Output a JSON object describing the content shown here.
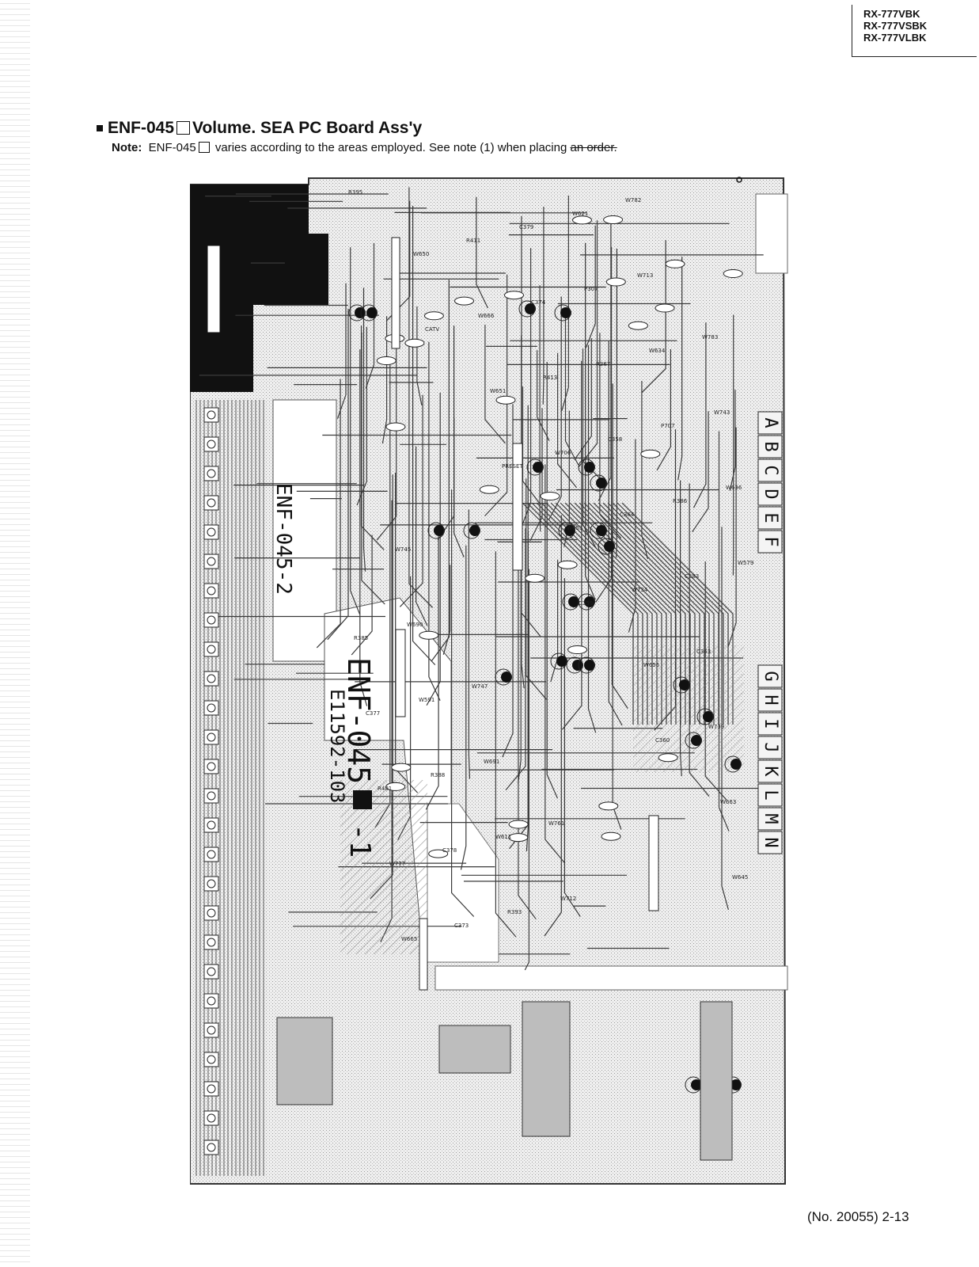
{
  "header": {
    "models": [
      "RX-777VBK",
      "RX-777VSBK",
      "RX-777VLBK"
    ]
  },
  "title": {
    "part": "ENF-045",
    "name": "Volume. SEA PC Board Ass'y"
  },
  "note": {
    "label": "Note:",
    "part": "ENF-045",
    "text_a": "varies according to the areas employed. See note (1) when placing",
    "text_struck": "an order."
  },
  "board": {
    "board_label_top": "ENF-045-2",
    "board_label_main": "ENF-045",
    "board_label_suffix": "-1",
    "board_code": "E11592-103",
    "grid_letters": [
      "A",
      "B",
      "C",
      "D",
      "E",
      "F",
      "G",
      "H",
      "I",
      "J",
      "K",
      "L",
      "M",
      "N"
    ],
    "component_labels": [
      "R395",
      "CATV",
      "PRESET",
      "C359",
      "C360",
      "W645",
      "W650",
      "W651",
      "W653",
      "W656",
      "W663",
      "W665",
      "W666",
      "W706",
      "W734",
      "W739",
      "W777",
      "R411",
      "R413",
      "C364",
      "C363",
      "R401",
      "C373",
      "C374",
      "C358",
      "C383",
      "C377",
      "C378",
      "C379",
      "R367",
      "R386",
      "R385",
      "R388",
      "R393",
      "P307",
      "P707",
      "W579",
      "W591",
      "W611",
      "W621",
      "W634",
      "W636",
      "W690",
      "W691",
      "W712",
      "W713",
      "W743",
      "W745",
      "W747",
      "W761",
      "W782",
      "W783"
    ]
  },
  "footer": {
    "page": "(No. 20055) 2-13"
  },
  "colors": {
    "ink": "#111111",
    "paper": "#ffffff",
    "board_fill": "#e4e4e4",
    "trace": "#3a3a3a"
  }
}
